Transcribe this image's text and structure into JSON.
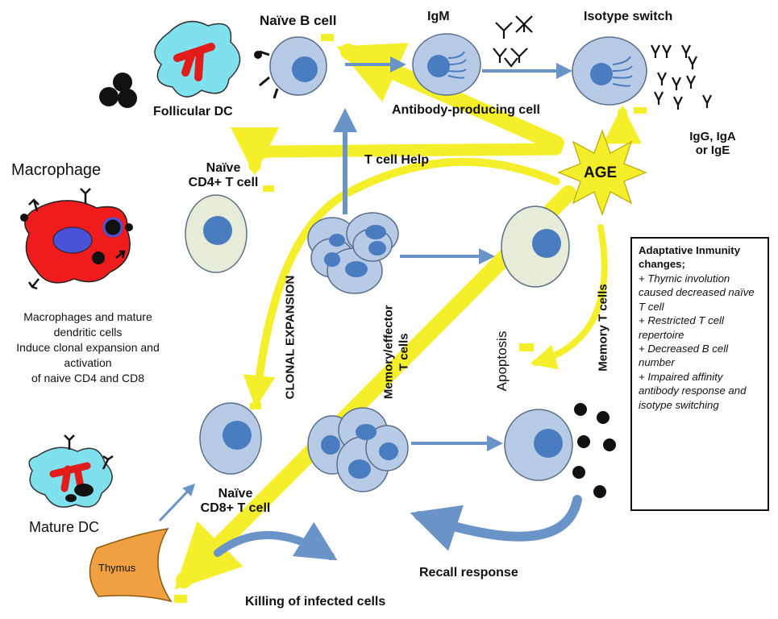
{
  "labels": {
    "naive_b_cell": "Naïve B cell",
    "igm": "IgM",
    "isotype_switch": "Isotype switch",
    "follicular_dc": "Follicular DC",
    "antibody_producing_cell": "Antibody-producing cell",
    "igg_line1": "IgG, IgA",
    "igg_line2": "or IgE",
    "t_cell_help": "T cell Help",
    "age": "AGE",
    "naive_cd4_line1": "Naïve",
    "naive_cd4_line2": "CD4+ T cell",
    "macrophage": "Macrophage",
    "macro_text": [
      "Macrophages and mature",
      "dendritic cells",
      "Induce clonal expansion and",
      "activation",
      "of naive CD4 and CD8"
    ],
    "clonal_expansion": "CLONAL EXPANSION",
    "memory_effector_line1": "Memory/effector",
    "memory_effector_line2": "T cells",
    "apoptosis": "Apoptosis",
    "memory_t_cells": "Memory T cells",
    "mature_dc": "Mature DC",
    "naive_cd8_line1": "Naïve",
    "naive_cd8_line2": "CD8+ T cell",
    "thymus": "Thymus",
    "recall_response": "Recall response",
    "killing": "Killing of infected cells"
  },
  "info_box": {
    "title": "Adaptative Inmunity changes;",
    "items": [
      "+ Thymic involution caused decreased naïve T cell",
      "+ Restricted T cell repertoire",
      "+ Decreased B cell number",
      "+ Impaired affinity antibody response and isotype switching"
    ]
  },
  "colors": {
    "cell_blue": "#b8cbe6",
    "cell_pale": "#e6ecd8",
    "nucleus": "#4a7cc0",
    "arrow_yellow": "#f5ee2a",
    "arrow_blue": "#6a94c8",
    "dc_cyan": "#7fe0ee",
    "macrophage_red": "#ee1c1c",
    "thymus_orange": "#f0a040"
  }
}
